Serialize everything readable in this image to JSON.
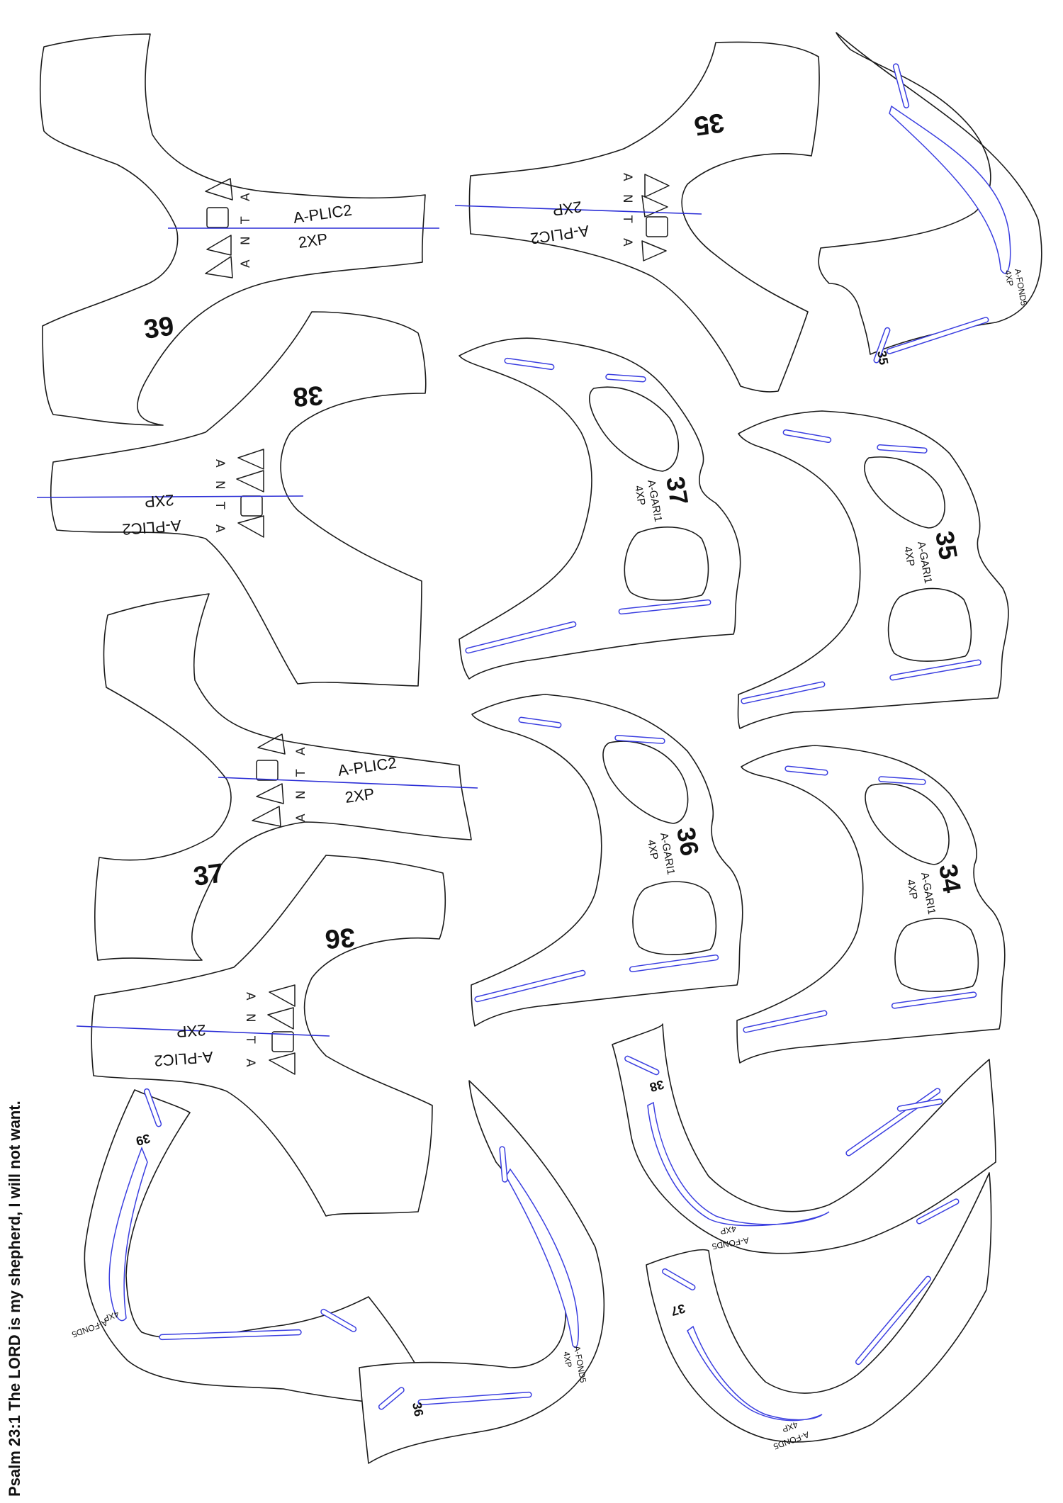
{
  "sheet": {
    "verse": "Psalm 23:1 The LORD is my shepherd, I will not want.",
    "colors": {
      "outline": "#1a1a1a",
      "grainline": "#2b2ed6"
    }
  },
  "brand_letters": [
    "A",
    "N",
    "T",
    "A"
  ],
  "plic": [
    {
      "size": "39",
      "code": "A-PLIC2",
      "qty": "2XP"
    },
    {
      "size": "35",
      "code": "A-PLIC2",
      "qty": "2XP"
    },
    {
      "size": "38",
      "code": "A-PLIC2",
      "qty": "2XP"
    },
    {
      "size": "37",
      "code": "A-PLIC2",
      "qty": "2XP"
    },
    {
      "size": "36",
      "code": "A-PLIC2",
      "qty": "2XP"
    }
  ],
  "gari": [
    {
      "size": "37",
      "code": "A-GARI1",
      "qty": "4XP"
    },
    {
      "size": "35",
      "code": "A-GARI1",
      "qty": "4XP"
    },
    {
      "size": "36",
      "code": "A-GARI1",
      "qty": "4XP"
    },
    {
      "size": "34",
      "code": "A-GARI1",
      "qty": "4XP"
    }
  ],
  "fond": [
    {
      "size": "35",
      "code": "A-FOND5",
      "qty": "4XP"
    },
    {
      "size": "38",
      "code": "A-FOND5",
      "qty": "4XP"
    },
    {
      "size": "39",
      "code": "A-FOND5",
      "qty": "4XP"
    },
    {
      "size": "36",
      "code": "A-FOND5",
      "qty": "4XP"
    },
    {
      "size": "37",
      "code": "A-FOND5",
      "qty": "4XP"
    }
  ]
}
